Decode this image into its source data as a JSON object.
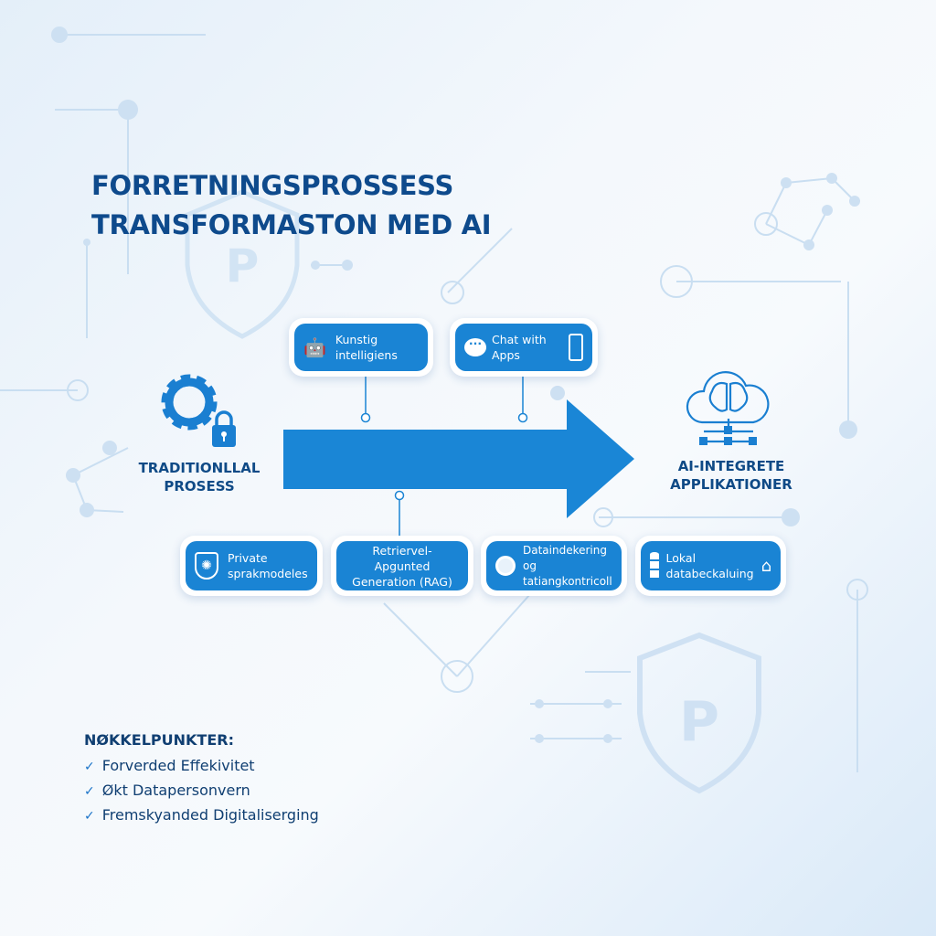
{
  "title": {
    "line1": "FORRETNINGSPROSSESS",
    "line2": "TRANSFORMASTON MED AI"
  },
  "left": {
    "label1": "TRADITIONLLAL",
    "label2": "PROSESS"
  },
  "right": {
    "label1": "AI-INTEGRETE",
    "label2": "APPLIKATIONER"
  },
  "top_boxes": [
    {
      "text": "Kunstig intelligiens",
      "icon": "robot-icon"
    },
    {
      "text": "Chat with Apps",
      "icon": "chat-bubble-icon"
    }
  ],
  "bottom_boxes": [
    {
      "text": "Private sprakmodeles",
      "icon": "brain-shield-icon"
    },
    {
      "text": "Retriervel-Apgunted Generation (RAG)"
    },
    {
      "text": "Dataindekering og tatiangkontricoll",
      "icon": "magnifier-icon"
    },
    {
      "text": "Lokal databeckaluing",
      "icon": "database-icon"
    }
  ],
  "key_points": {
    "heading": "NØKKELPUNKTER:",
    "check": "✓",
    "items": [
      "Forverded Effekivitet",
      "Økt Datapersonvern",
      "Fremskyanded Digitaliserging"
    ]
  },
  "colors": {
    "primary": "#1a84d4",
    "title": "#0e4a8c"
  }
}
